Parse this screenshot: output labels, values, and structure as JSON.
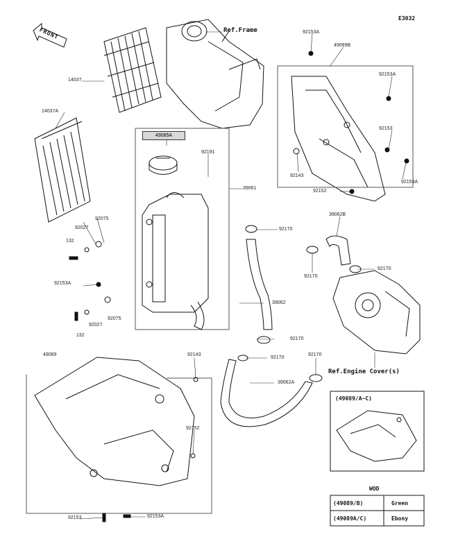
{
  "page_code": "E3032",
  "front_label": "FRONT",
  "ref_frame": "Ref.Frame",
  "ref_engine_cover": "Ref.Engine Cover(s)",
  "parts": {
    "p92153A_top": "92153A",
    "p49089B": "49089B",
    "p92153A_r1": "92153A",
    "p14037": "14037",
    "p92153": "92153",
    "p14037A": "14037A",
    "p49085A": "49085A",
    "p92191": "92191",
    "p92143_r": "92143",
    "p92152_r": "92152",
    "p92153A_r2": "92153A",
    "p39061": "39061",
    "p39062B": "39062B",
    "p92075_a": "92075",
    "p92027_a": "92027",
    "p92170_a": "92170",
    "p132_a": "132",
    "p92170_b": "92170",
    "p92170_c": "92170",
    "p92153A_l": "92153A",
    "p39062": "39062",
    "p92075_b": "92075",
    "p92027_b": "92027",
    "p132_b": "132",
    "p92170_d": "92170",
    "p49089": "49089",
    "p92143_l": "92143",
    "p92170_e": "92170",
    "p92170_f": "92170",
    "p39062A": "39062A",
    "p92152_l": "92152",
    "p92153_b": "92153",
    "p92153A_b": "92153A"
  },
  "inset": {
    "title": "(49089/A~C)",
    "model": "WOD",
    "rows": [
      {
        "part": "(49089/B)",
        "color": "Green"
      },
      {
        "part": "(49089A/C)",
        "color": "Ebony"
      }
    ]
  }
}
